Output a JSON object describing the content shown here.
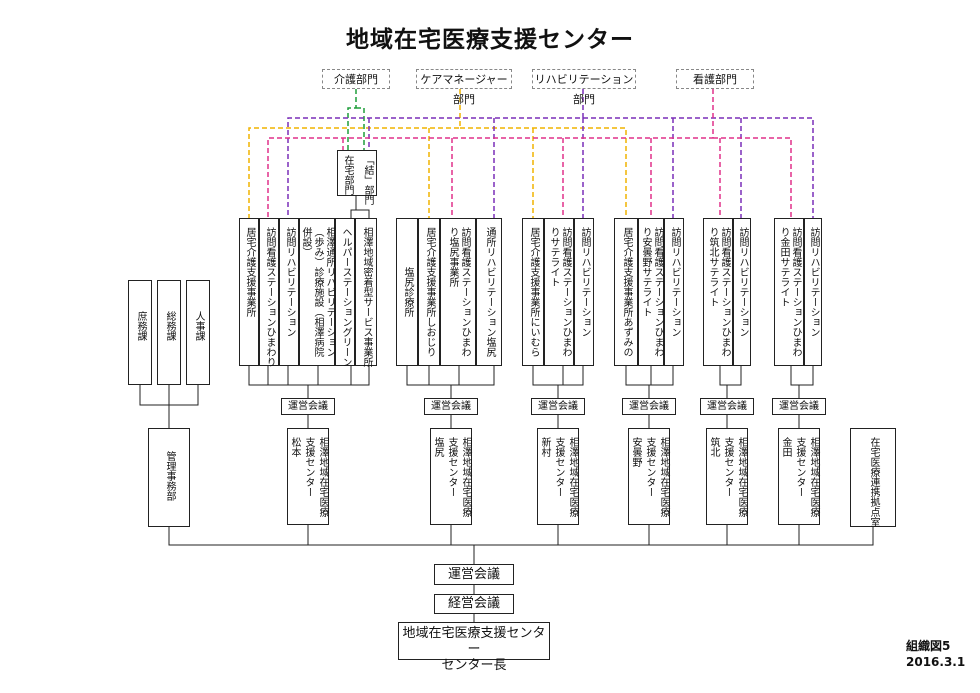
{
  "title": "地域在宅医療支援センター",
  "departments": [
    "介護部門",
    "ケアマネージャー部門",
    "リハビリテーション部門",
    "看護部門"
  ],
  "musubi": {
    "line1": "「結」部門",
    "line2": "在宅部門"
  },
  "group1": {
    "units": [
      "居宅介護支援事業所",
      "訪問看護ステーションひまわり",
      "訪問リハビリテーション",
      "相澤通所リハビリテーション（歩み）診療施設（相澤病院併設）",
      "ヘルパーステーショングリーン",
      "相澤地域密着型サービス事業所"
    ],
    "meeting": "運営会議",
    "center": [
      "相澤地域在宅医療",
      "支援センター",
      "松本"
    ]
  },
  "group2": {
    "units": [
      "塩尻診療所",
      "居宅介護支援事業所しおじり",
      "訪問看護ステーションひまわり塩尻事業所",
      "通所リハビリテーション塩尻"
    ],
    "meeting": "運営会議",
    "center": [
      "相澤地域在宅医療",
      "支援センター",
      "塩尻"
    ]
  },
  "group3": {
    "units": [
      "居宅介護支援事業所にいむら",
      "訪問看護ステーションひまわりサテライト",
      "訪問リハビリテーション"
    ],
    "meeting": "運営会議",
    "center": [
      "相澤地域在宅医療",
      "支援センター",
      "新村"
    ]
  },
  "group4": {
    "units": [
      "居宅介護支援事業所あずみの",
      "訪問看護ステーションひまわり安曇野サテライト",
      "訪問リハビリテーション"
    ],
    "meeting": "運営会議",
    "center": [
      "相澤地域在宅医療",
      "支援センター",
      "安曇野"
    ]
  },
  "group5": {
    "units": [
      "訪問看護ステーションひまわり筑北サテライト",
      "訪問リハビリテーション"
    ],
    "meeting": "運営会議",
    "center": [
      "相澤地域在宅医療",
      "支援センター",
      "筑北"
    ]
  },
  "group6": {
    "units": [
      "訪問看護ステーションひまわり金田サテライト",
      "訪問リハビリテーション"
    ],
    "meeting": "運営会議",
    "center": [
      "相澤地域在宅医療",
      "支援センター",
      "金田"
    ]
  },
  "admin": {
    "units": [
      "庶務課",
      "総務課",
      "人事課"
    ],
    "office": "管理事務部"
  },
  "liaison": "在宅医療連携拠点室",
  "meeting_main": "運営会議",
  "management_meeting": "経営会議",
  "head": {
    "line1": "地域在宅医療支援センター",
    "line2": "センター長"
  },
  "figure_label": "組織図5",
  "date": "2016.3.1",
  "colors": {
    "care": "#f0b400",
    "green": "#1e9e3a",
    "purple": "#7a2fb8",
    "pink": "#e0308a",
    "line": "#222222"
  }
}
